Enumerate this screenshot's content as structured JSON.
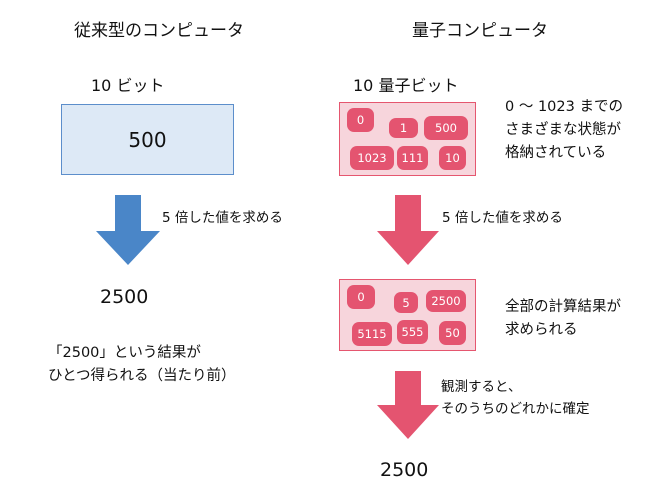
{
  "classical": {
    "title": "従来型のコンピュータ",
    "bits_label": "10 ビット",
    "value": "500",
    "operation": "5 倍した値を求める",
    "result": "2500",
    "note_line1": "「2500」という結果が",
    "note_line2": "ひとつ得られる（当たり前）"
  },
  "quantum": {
    "title": "量子コンピュータ",
    "bits_label": "10 量子ビット",
    "states": [
      "0",
      "1",
      "500",
      "1023",
      "111",
      "10"
    ],
    "states_note_line1": "0 ～ 1023 までの",
    "states_note_line2": "さまざまな状態が",
    "states_note_line3": "格納されている",
    "operation": "5 倍した値を求める",
    "results": [
      "0",
      "5",
      "2500",
      "5115",
      "555",
      "50"
    ],
    "results_note_line1": "全部の計算結果が",
    "results_note_line2": "求められる",
    "measure_line1": "観測すると、",
    "measure_line2": "そのうちのどれかに確定",
    "final": "2500"
  },
  "colors": {
    "classical_arrow": "#4a86c8",
    "classical_box_fill": "#dde9f6",
    "quantum_arrow": "#e45470",
    "quantum_box_fill": "#f7d5dc",
    "chip_fill": "#e45470"
  }
}
